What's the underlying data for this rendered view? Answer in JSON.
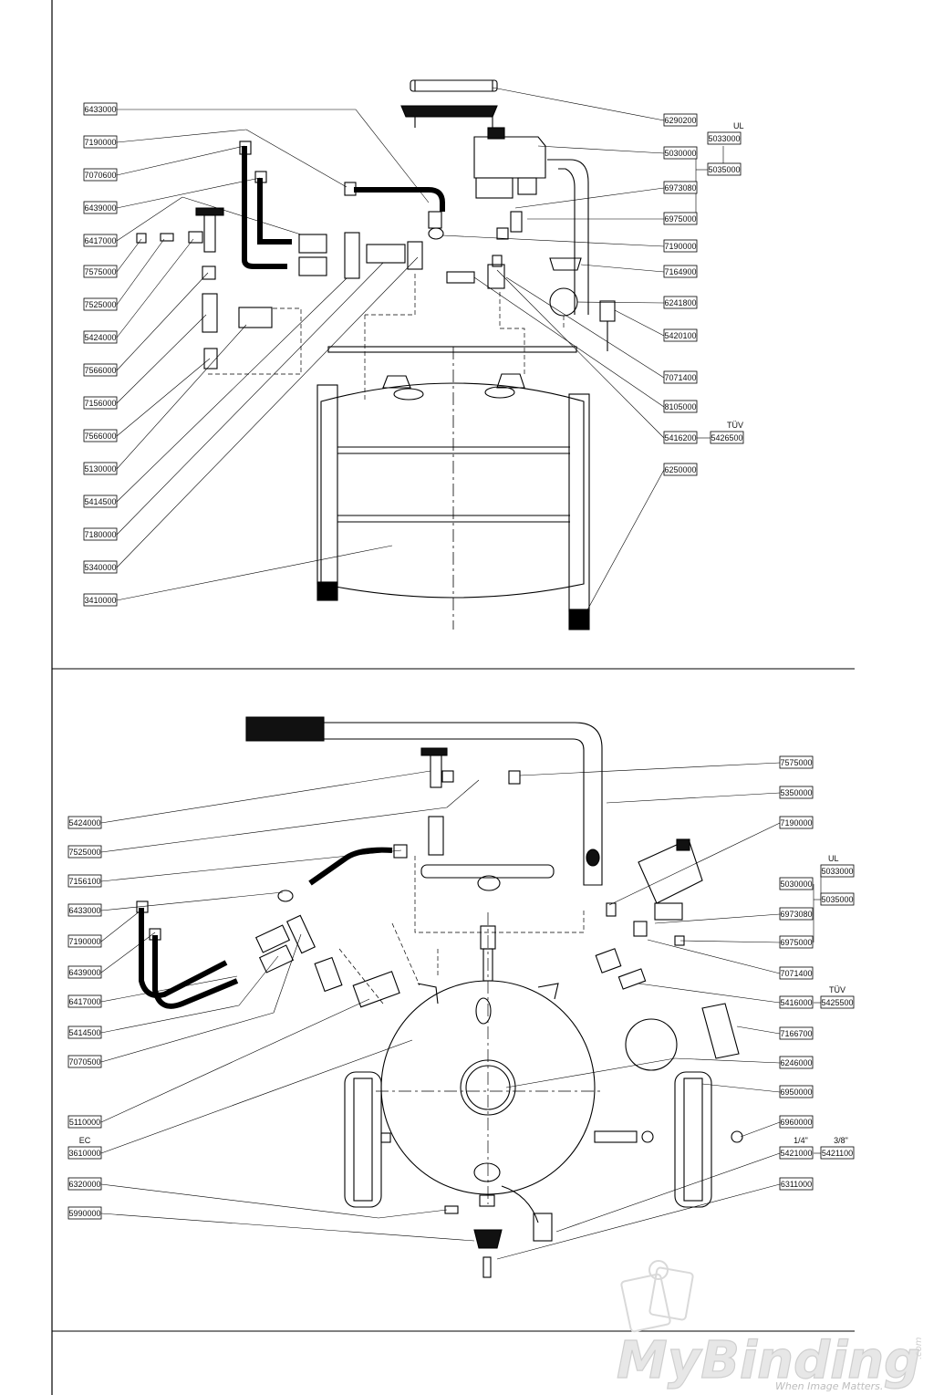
{
  "diagram_top": {
    "part_numbers": [
      "6433000",
      "7190000",
      "7070600",
      "6439000",
      "6417000",
      "7575000",
      "7525000",
      "5424000",
      "7566000",
      "7156000",
      "7566000",
      "5130000",
      "5414500",
      "7180000",
      "5340000",
      "3410000",
      "6290200",
      "5030000",
      "6973080",
      "6975000",
      "7190000",
      "7164900",
      "6241800",
      "5420100",
      "7071400",
      "8105000",
      "5416200",
      "6250000"
    ],
    "group_ul": {
      "label": "UL",
      "a": "5033000",
      "b": "5035000"
    },
    "group_tuv": {
      "label": "TÜV",
      "a": "5426500"
    }
  },
  "diagram_bottom": {
    "part_numbers": [
      "5424000",
      "7525000",
      "7156100",
      "6433000",
      "7190000",
      "6439000",
      "6417000",
      "5414500",
      "7070500",
      "5110000",
      "3610000",
      "6320000",
      "5990000",
      "7575000",
      "5350000",
      "7190000",
      "5030000",
      "6973080",
      "6975000",
      "7071400",
      "5416000",
      "7166700",
      "6246000",
      "6950000",
      "6960000",
      "5421000",
      "6311000"
    ],
    "group_ul": {
      "label": "UL",
      "a": "5033000",
      "b": "5035000"
    },
    "group_tuv": {
      "label": "TÜV",
      "a": "5425500"
    },
    "ec_label": "EC",
    "size_quarter": "1/4\"",
    "size_three_eighths": "3/8\"",
    "size_alt": "5421100"
  },
  "watermark": {
    "brand": "MyBinding",
    "domain": ".com",
    "tagline": "When Image Matters."
  }
}
